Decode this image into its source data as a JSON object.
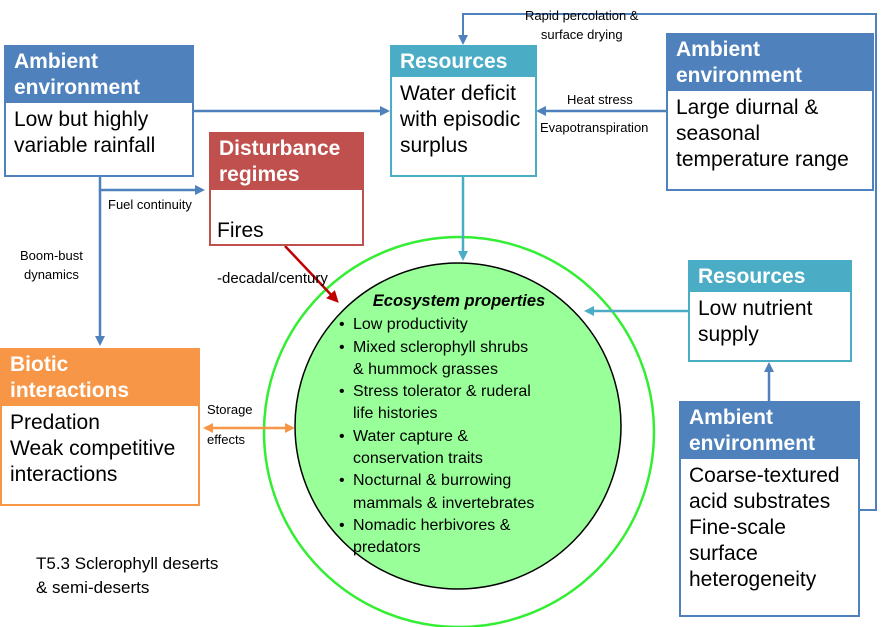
{
  "boxes": {
    "ambient_rainfall": {
      "header": "Ambient environment",
      "body": "Low but highly variable rainfall"
    },
    "resources_water": {
      "header": "Resources",
      "body": "Water deficit with episodic surplus"
    },
    "ambient_temperature": {
      "header": "Ambient environment",
      "body": "Large diurnal & seasonal temperature range"
    },
    "disturbance": {
      "header": "Disturbance regimes",
      "body": "Fires",
      "sub": "-decadal/century"
    },
    "resources_nutrient": {
      "header": "Resources",
      "body": "Low  nutrient supply"
    },
    "biotic": {
      "header": "Biotic interactions",
      "body": "Predation\nWeak competitive interactions"
    },
    "ambient_substrate": {
      "header": "Ambient environment",
      "body": "Coarse-textured acid substrates\nFine-scale surface heterogeneity"
    }
  },
  "labels": {
    "rapid_percolation": "Rapid percolation &\nsurface drying",
    "heat_stress": "Heat stress",
    "evapotranspiration": "Evapotranspiration",
    "fuel_continuity": "Fuel continuity",
    "boom_bust": "Boom-bust\ndynamics",
    "storage_effects_1": "Storage",
    "storage_effects_2": "effects"
  },
  "ecosystem": {
    "title": "Ecosystem properties",
    "items": [
      "Low productivity",
      "Mixed sclerophyll shrubs\n& hummock grasses",
      "Stress tolerator & ruderal\nlife histories",
      "Water capture &\nconservation traits",
      "Nocturnal & burrowing\nmammals & invertebrates",
      "Nomadic herbivores &\n    predators"
    ]
  },
  "caption": "T5.3 Sclerophyll deserts\n & semi-deserts",
  "colors": {
    "ambient": "#4f81bd",
    "resources": "#4bacc6",
    "disturbance": "#c0504d",
    "biotic": "#f79646",
    "ecosystem_fill": "#99ff99",
    "ecosystem_ring": "#33ee33",
    "arrow_blue": "#4f81bd",
    "arrow_teal": "#4bacc6",
    "arrow_red": "#c00000",
    "arrow_orange": "#f79646"
  }
}
